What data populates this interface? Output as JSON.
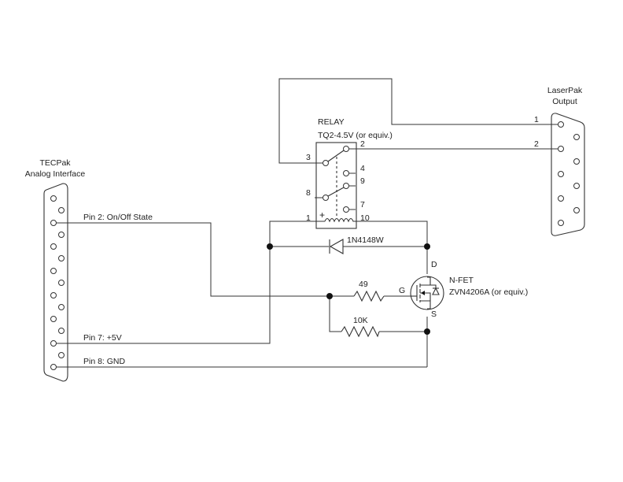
{
  "tecpak": {
    "title_line1": "TECPak",
    "title_line2": "Analog Interface",
    "pin2_label": "Pin 2: On/Off State",
    "pin7_label": "Pin 7: +5V",
    "pin8_label": "Pin 8: GND"
  },
  "laserpak": {
    "title_line1": "LaserPak",
    "title_line2": "Output",
    "pin1_num": "1",
    "pin2_num": "2"
  },
  "relay": {
    "title": "RELAY",
    "part_number": "TQ2-4.5V (or equiv.)",
    "plus_sign": "+",
    "pins": {
      "p1": "1",
      "p2": "2",
      "p3": "3",
      "p4": "4",
      "p7": "7",
      "p8": "8",
      "p9": "9",
      "p10": "10"
    }
  },
  "diode": {
    "label": "1N4148W"
  },
  "mosfet": {
    "type": "N-FET",
    "part_number": "ZVN4206A (or equiv.)",
    "drain": "D",
    "gate": "G",
    "source": "S"
  },
  "resistors": {
    "r_gate": "49",
    "r_pulldown": "10K"
  }
}
